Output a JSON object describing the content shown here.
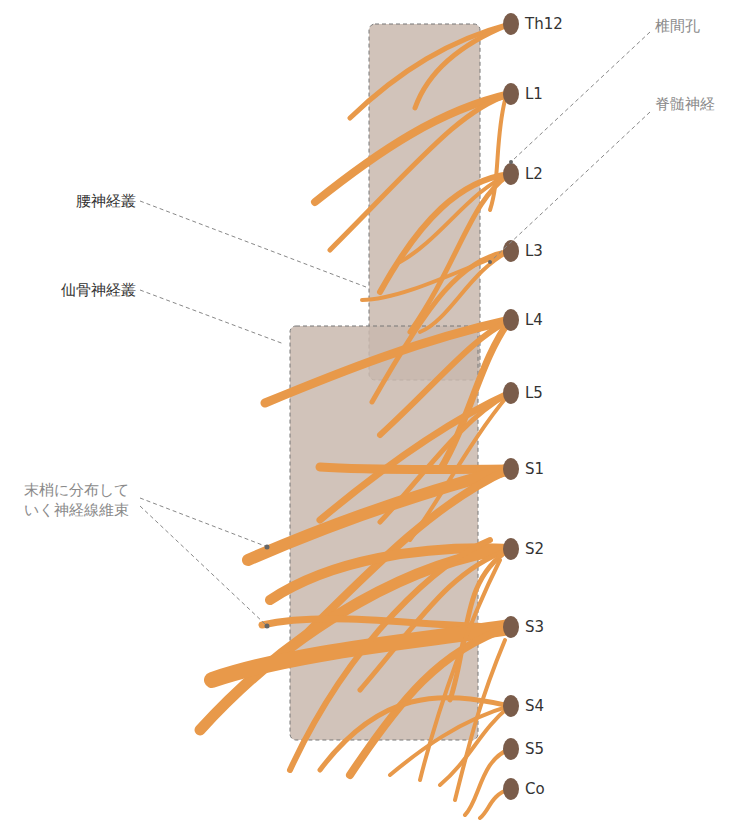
{
  "diagram": {
    "labels": [
      "Th12",
      "L1",
      "L2",
      "L3",
      "L4",
      "L5",
      "S1",
      "S2",
      "S3",
      "S4",
      "S5",
      "Co",
      "椎間孔",
      "脊髄神経",
      "腰神経叢",
      "仙骨神経叢",
      "末梢に分布して いく神経線維束"
    ]
  }
}
